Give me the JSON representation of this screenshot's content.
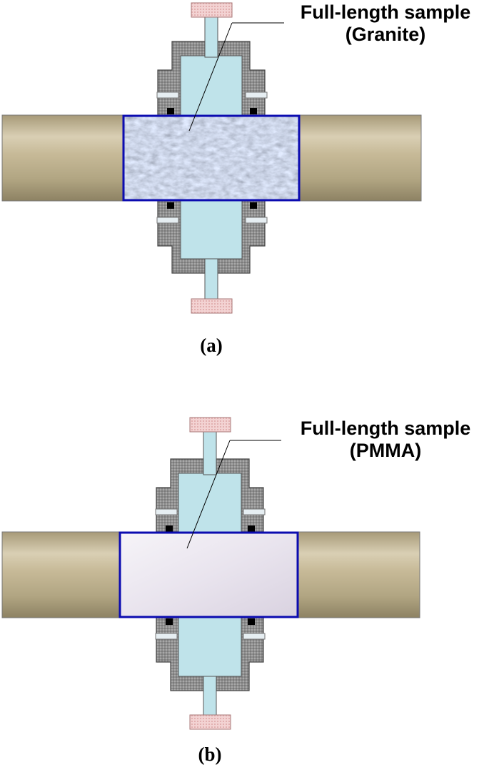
{
  "panels": [
    {
      "id": "a",
      "label_line1": "Full-length sample",
      "label_line2": "(Granite)",
      "caption": "(a)",
      "sample_material": "granite"
    },
    {
      "id": "b",
      "label_line1": "Full-length sample",
      "label_line2": "(PMMA)",
      "caption": "(b)",
      "sample_material": "PMMA"
    }
  ],
  "colors": {
    "rod": "#c2b594",
    "cell_body": "#8c8c8c",
    "chamber": "#bfe3ea",
    "piston_cap": "#f0c9c9",
    "sample_border": "#0b0bb0",
    "granite": "#7b8aa3",
    "pmma": "#ede8f1",
    "seal": "#000000"
  }
}
